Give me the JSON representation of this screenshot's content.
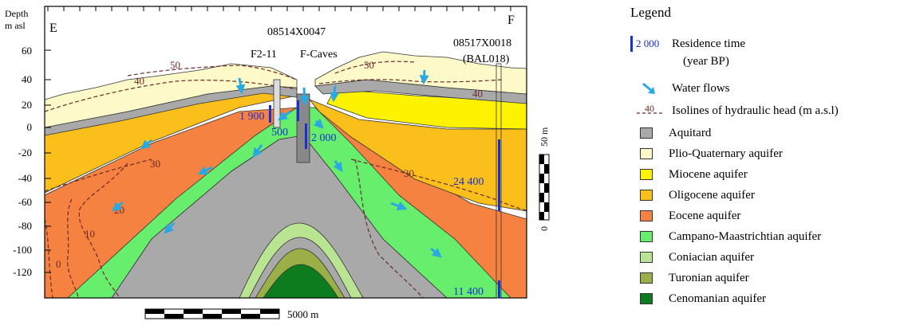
{
  "section": {
    "axis_title_line1": "Depth",
    "axis_title_line2": "m asl",
    "left_end_label": "E",
    "right_end_label": "F",
    "y_ticks": [
      "60",
      "40",
      "20",
      "0",
      "-20",
      "-40",
      "-60",
      "-80",
      "-100",
      "-120"
    ],
    "wells": {
      "central_id": "08514X0047",
      "f2": "F2-11",
      "fcaves": "F-Caves",
      "right_id": "08517X0018",
      "right_code": "(BAL018)"
    },
    "residence_times": {
      "t1900": "1 900",
      "t500": "500",
      "t2000": "2 000",
      "t24400": "24 400",
      "t11400": "11 400"
    },
    "isolines": {
      "i50a": "50",
      "i50b": "50",
      "i40a": "40",
      "i40b": "40",
      "i30a": "30",
      "i30b": "30",
      "i20": "20",
      "i10": "10",
      "i0": "0"
    },
    "vertical_scale": {
      "zero": "0",
      "label": "50 m"
    },
    "horizontal_scale": {
      "label": "5000 m"
    }
  },
  "legend": {
    "title": "Legend",
    "residence": {
      "sample": "2 000",
      "label_line1": "Residence time",
      "label_line2": "(year BP)"
    },
    "water_flows": "Water flows",
    "isolines": {
      "sample": "40",
      "label": "Isolines of hydraulic head (m a.s.l)"
    },
    "units": [
      {
        "label": "Aquitard",
        "color": "#a9a9a9"
      },
      {
        "label": "Plio-Quaternary aquifer",
        "color": "#fdf9c8"
      },
      {
        "label": "Miocene aquifer",
        "color": "#fdf200"
      },
      {
        "label": "Oligocene aquifer",
        "color": "#fbbf1c"
      },
      {
        "label": "Eocene aquifer",
        "color": "#f58240"
      },
      {
        "label": "Campano-Maastrichtian aquifer",
        "color": "#67ee6d"
      },
      {
        "label": "Coniacian aquifer",
        "color": "#b9e592"
      },
      {
        "label": "Turonian aquifer",
        "color": "#9aaf48"
      },
      {
        "label": "Cenomanian aquifer",
        "color": "#0c7c1e"
      }
    ],
    "colors": {
      "residence_bar": "#1a2fd1",
      "flow_arrow": "#29a9e2",
      "isoline": "#6b2a2a"
    }
  }
}
